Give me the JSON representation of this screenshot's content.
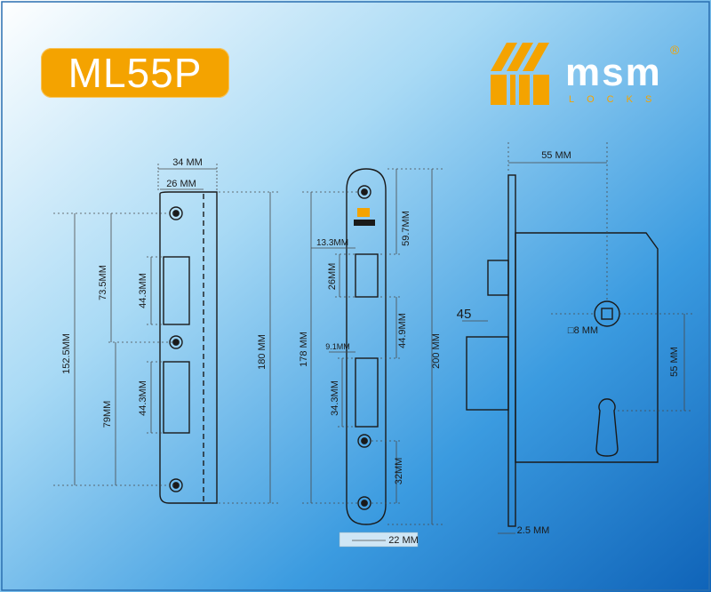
{
  "model": "ML55P",
  "brand": {
    "name": "msm",
    "tagline": "LOCKS",
    "reg_mark": "®"
  },
  "strike_plate": {
    "width_outer": "34 MM",
    "width_inner": "26 MM",
    "height_total": "180 MM",
    "span_outer": "152.5MM",
    "upper_offset": "73.5MM",
    "lower_offset": "79MM",
    "slot_upper": "44.3MM",
    "slot_lower": "44.3MM"
  },
  "faceplate": {
    "height_total": "200 MM",
    "span_outer": "178 MM",
    "top_to_slot": "59.7MM",
    "slot_upper_width": "13.3MM",
    "slot_upper_height": "26MM",
    "slot_gap": "44.9MM",
    "slot_lower_width": "9.1MM",
    "slot_lower_height": "34.3MM",
    "bottom_offset": "32MM",
    "width": "22 MM"
  },
  "lock_body": {
    "backset": "55 MM",
    "bolt_projection": "45",
    "spindle": "□8 MM",
    "center_distance": "55 MM",
    "faceplate_thickness": "2.5 MM"
  },
  "colors": {
    "accent": "#f4a300",
    "line": "#1a1a1a",
    "bg_light": "#ffffff",
    "bg_dark": "#1a78c8"
  }
}
